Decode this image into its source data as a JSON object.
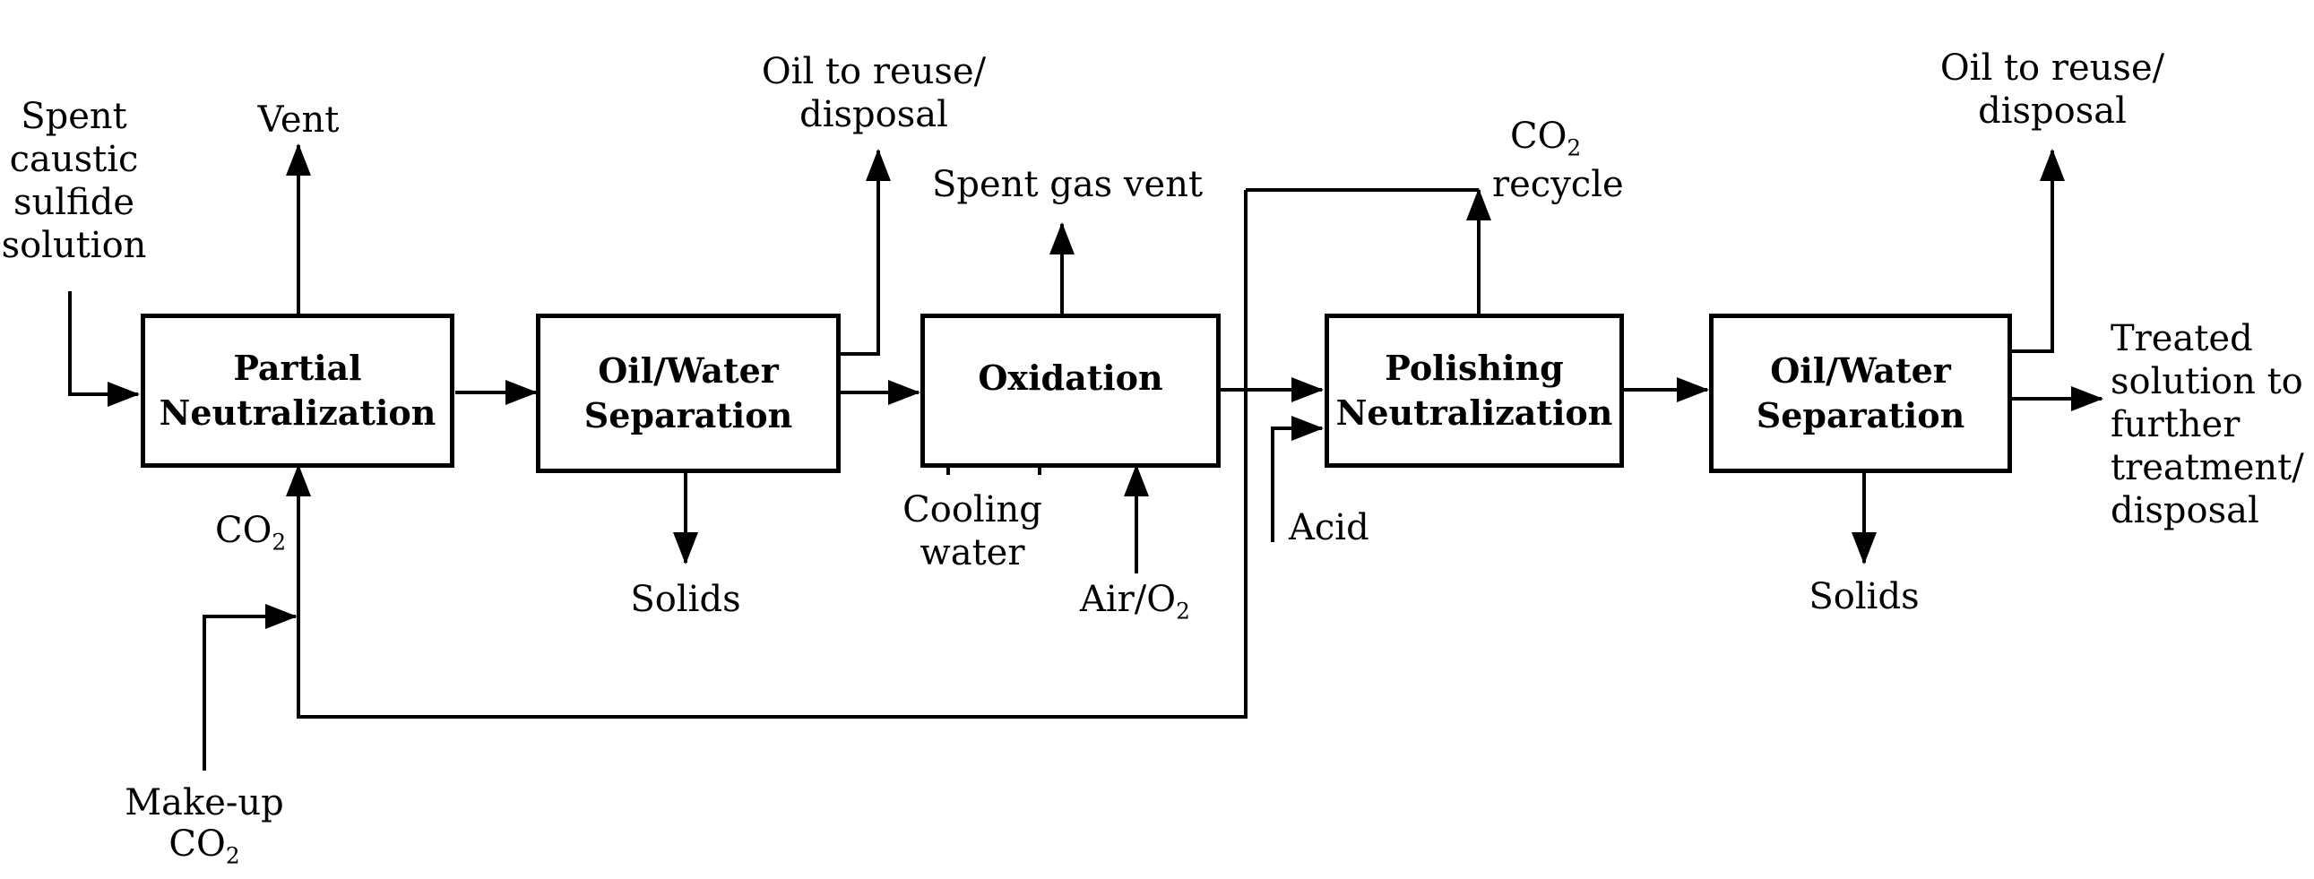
{
  "boxes": {
    "partial_neutralization": "Partial\nNeutralization",
    "oil_water_separation_1": "Oil/Water\nSeparation",
    "oxidation": "Oxidation",
    "polishing_neutralization": "Polishing\nNeutralization",
    "oil_water_separation_2": "Oil/Water\nSeparation"
  },
  "labels": {
    "spent_caustic": "Spent\ncaustic\nsulfide\nsolution",
    "vent": "Vent",
    "co2_in": "CO",
    "co2_in_sub": "2",
    "makeup": "Make-up",
    "makeup_co2": "CO",
    "makeup_co2_sub": "2",
    "oil_reuse_1": "Oil to reuse/\ndisposal",
    "solids_1": "Solids",
    "spent_gas_vent": "Spent gas vent",
    "cooling_water": "Cooling\nwater",
    "air_o2": "Air/O",
    "air_o2_sub": "2",
    "co2_recycle_a": "CO",
    "co2_recycle_sub": "2",
    "co2_recycle_b": "recycle",
    "acid": "Acid",
    "oil_reuse_2": "Oil to reuse/\ndisposal",
    "solids_2": "Solids",
    "treated": "Treated\nsolution to\nfurther\ntreatment/\ndisposal"
  }
}
